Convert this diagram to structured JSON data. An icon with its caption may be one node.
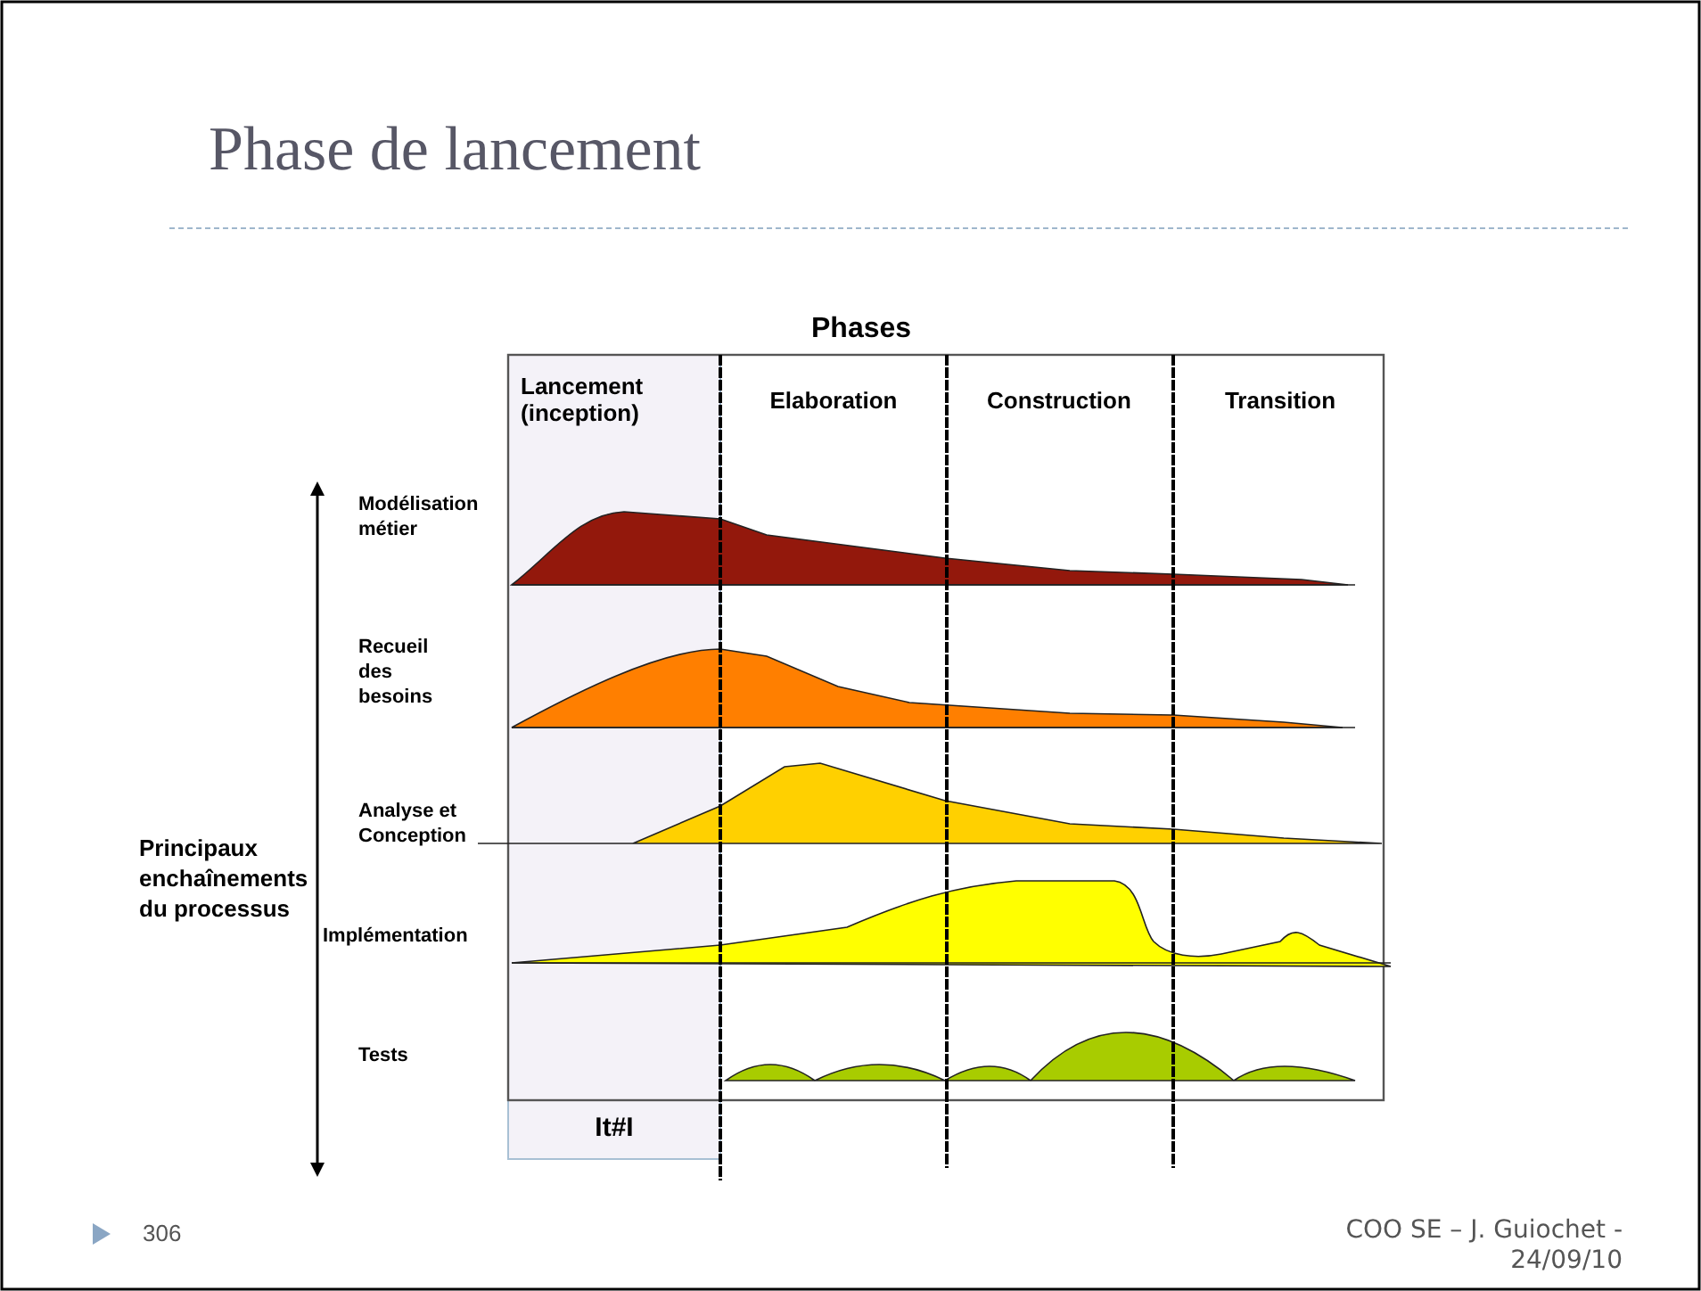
{
  "diagram": {
    "title": "Phase de lancement",
    "labels": [
      "Phases",
      "Lancement (inception)",
      "Elaboration",
      "Construction",
      "Transition",
      "Modélisation métier",
      "Recueil des besoins",
      "Analyse et Conception",
      "Principaux enchaînements du processus",
      "Implémentation",
      "Tests",
      "It#I",
      "306",
      "COO SE – J. Guiochet - 24/09/10"
    ]
  }
}
